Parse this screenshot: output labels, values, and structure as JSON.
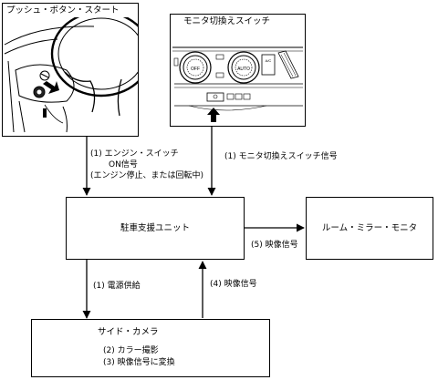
{
  "push_button_panel": {
    "title": "プッシュ・ボタン・スタート"
  },
  "monitor_switch_panel": {
    "title": "モニタ切換えスイッチ",
    "knob_left": "OFF",
    "knob_right": "AUTO",
    "button_label": "A/C"
  },
  "control_unit": {
    "label": "駐車支援ユニット"
  },
  "room_mirror": {
    "label": "ルーム・ミラー・モニタ"
  },
  "side_camera": {
    "title": "サイド・カメラ",
    "lines": [
      "(2) カラー撮影",
      "(3) 映像信号に変換"
    ]
  },
  "signals": {
    "ignition_line1": "(1) エンジン・スイッチ",
    "ignition_line2": "ON信号",
    "ignition_line3": "(エンジン停止、または回転中)",
    "monitor_switch": "(1) モニタ切換えスイッチ信号",
    "video_to_mirror": "(5) 映像信号",
    "power_supply": "(1) 電源供給",
    "video_from_camera": "(4) 映像信号"
  }
}
